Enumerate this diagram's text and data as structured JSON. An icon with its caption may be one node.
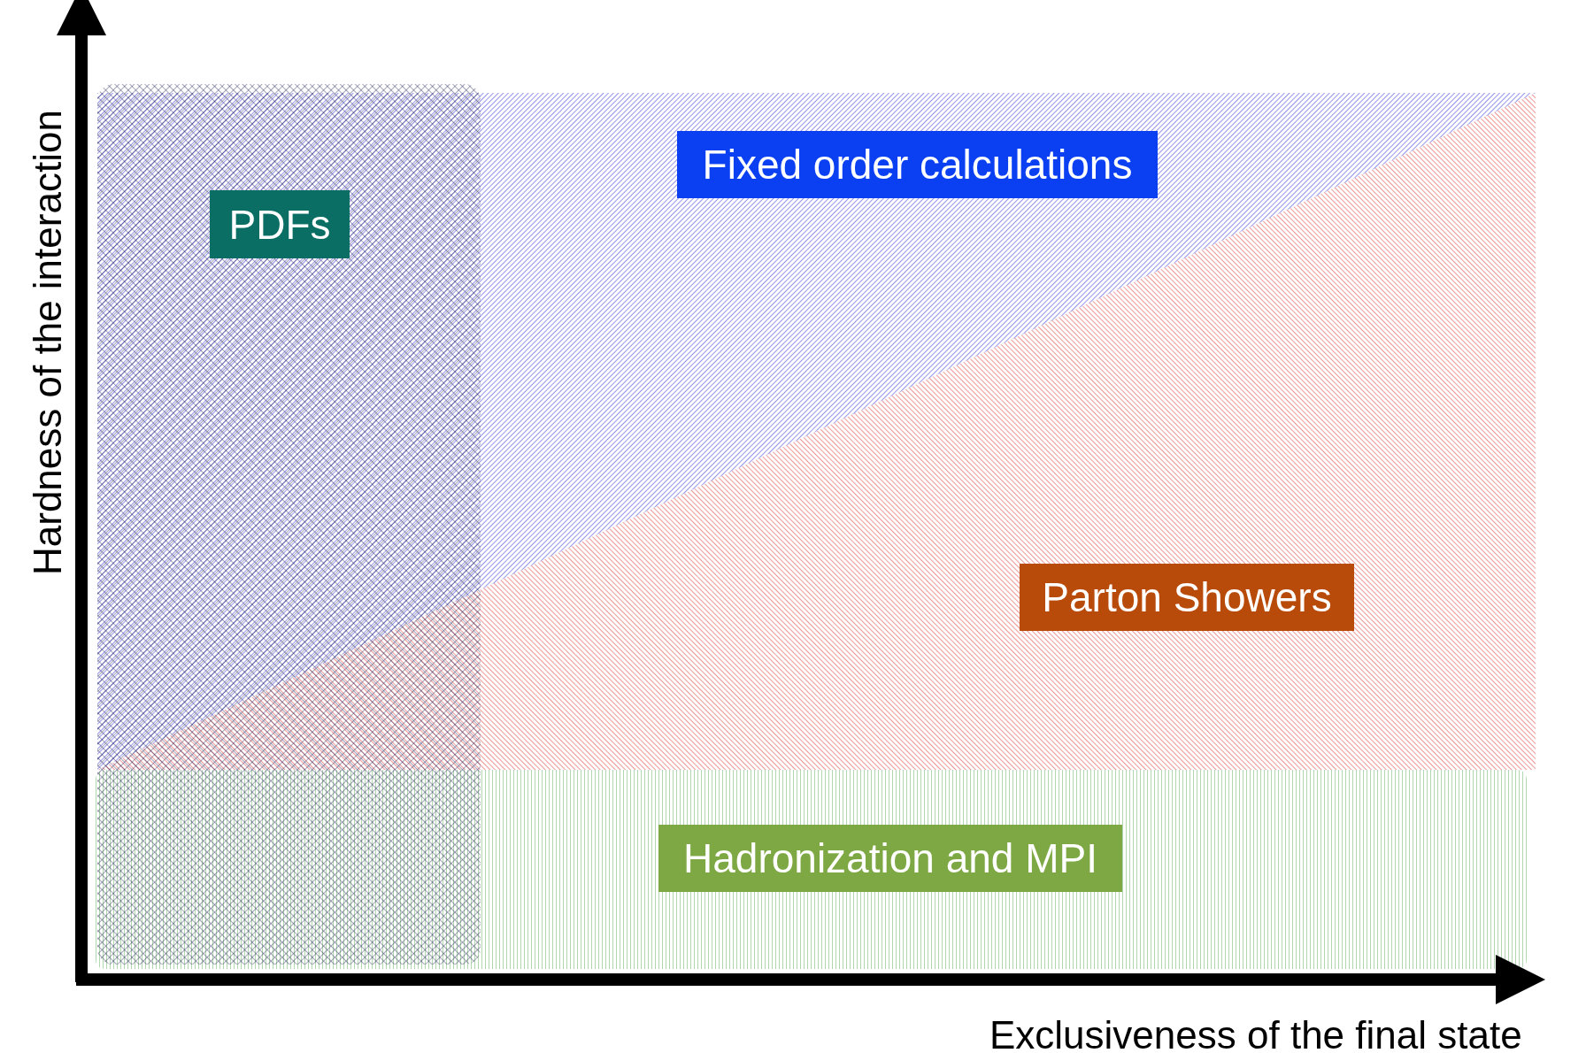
{
  "diagram": {
    "nodes": [
      {
        "text": [
          "Fixed order calculations"
        ]
      },
      {
        "text": [
          "PDFs"
        ]
      },
      {
        "text": [
          "Parton Showers"
        ]
      },
      {
        "text": [
          "Hadronization and MPI"
        ]
      }
    ],
    "labels": [
      "Hardness of the interaction",
      "Exclusiveness of the final state"
    ]
  }
}
